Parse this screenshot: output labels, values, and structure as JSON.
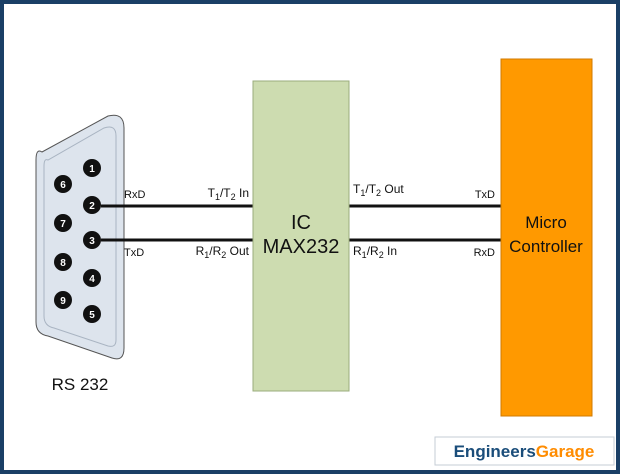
{
  "colors": {
    "frame": "#1a3f66",
    "background": "#ffffff",
    "ic_fill": "#cddcb0",
    "mcu_fill": "#ff9900",
    "connector_fill": "#dde4ed",
    "pin_fill": "#111111",
    "wire": "#111111",
    "brand_blue": "#1a4d7a",
    "brand_orange": "#ff8c00"
  },
  "connector": {
    "label": "RS 232",
    "pins": [
      "1",
      "2",
      "3",
      "4",
      "5",
      "6",
      "7",
      "8",
      "9"
    ]
  },
  "ic": {
    "line1": "IC",
    "line2": "MAX232",
    "left_top": {
      "main": "T",
      "s1": "1",
      "mid": "/T",
      "s2": "2",
      "tail": " In"
    },
    "left_bottom": {
      "main": "R",
      "s1": "1",
      "mid": "/R",
      "s2": "2",
      "tail": " Out"
    },
    "right_top": {
      "main": "T",
      "s1": "1",
      "mid": "/T",
      "s2": "2",
      "tail": " Out"
    },
    "right_bottom": {
      "main": "R",
      "s1": "1",
      "mid": "/R",
      "s2": "2",
      "tail": " In"
    }
  },
  "wires": {
    "left_top_label": "RxD",
    "left_bottom_label": "TxD",
    "right_top_label": "TxD",
    "right_bottom_label": "RxD"
  },
  "mcu": {
    "line1": "Micro",
    "line2": "Controller"
  },
  "watermark": {
    "part1": "Engineers",
    "part2": "Garage"
  }
}
